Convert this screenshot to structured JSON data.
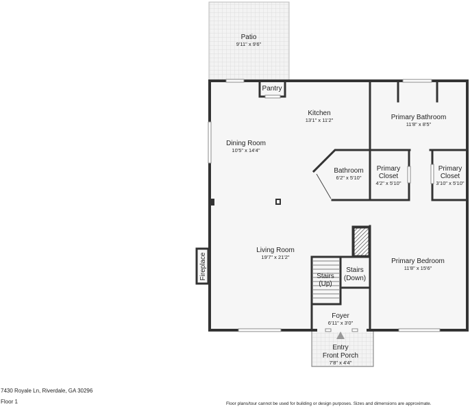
{
  "rooms": {
    "patio": {
      "name": "Patio",
      "dims": "9'11\" x 9'6\""
    },
    "pantry": {
      "name": "Pantry"
    },
    "kitchen": {
      "name": "Kitchen",
      "dims": "13'1\" x 11'2\""
    },
    "dining_room": {
      "name": "Dining Room",
      "dims": "10'5\" x 14'4\""
    },
    "bathroom": {
      "name": "Bathroom",
      "dims": "6'2\" x 5'10\""
    },
    "primary_bathroom": {
      "name": "Primary Bathroom",
      "dims": "11'8\" x 8'5\""
    },
    "primary_closet_1": {
      "name_line1": "Primary",
      "name_line2": "Closet",
      "dims": "4'2\" x 5'10\""
    },
    "primary_closet_2": {
      "name_line1": "Primary",
      "name_line2": "Closet",
      "dims": "3'10\" x 5'10\""
    },
    "living_room": {
      "name": "Living Room",
      "dims": "19'7\" x 21'2\""
    },
    "fireplace": {
      "name": "Fireplace"
    },
    "stairs_up": {
      "name_line1": "Stairs",
      "name_line2": "(Up)"
    },
    "stairs_down": {
      "name_line1": "Stairs",
      "name_line2": "(Down)"
    },
    "primary_bedroom": {
      "name": "Primary Bedroom",
      "dims": "11'8\" x 15'6\""
    },
    "foyer": {
      "name": "Foyer",
      "dims": "6'11\" x 3'0\""
    },
    "entry": {
      "name_line1": "Entry",
      "name_line2": "Front Porch",
      "dims": "7'8\" x 4'4\""
    }
  },
  "footer": {
    "address": "7430 Royale Ln, Riverdale, GA 30296",
    "floor": "Floor 1",
    "disclaimer": "Floor plans/tour cannot be used for building or design purposes. Sizes and dimensions are approximate."
  }
}
